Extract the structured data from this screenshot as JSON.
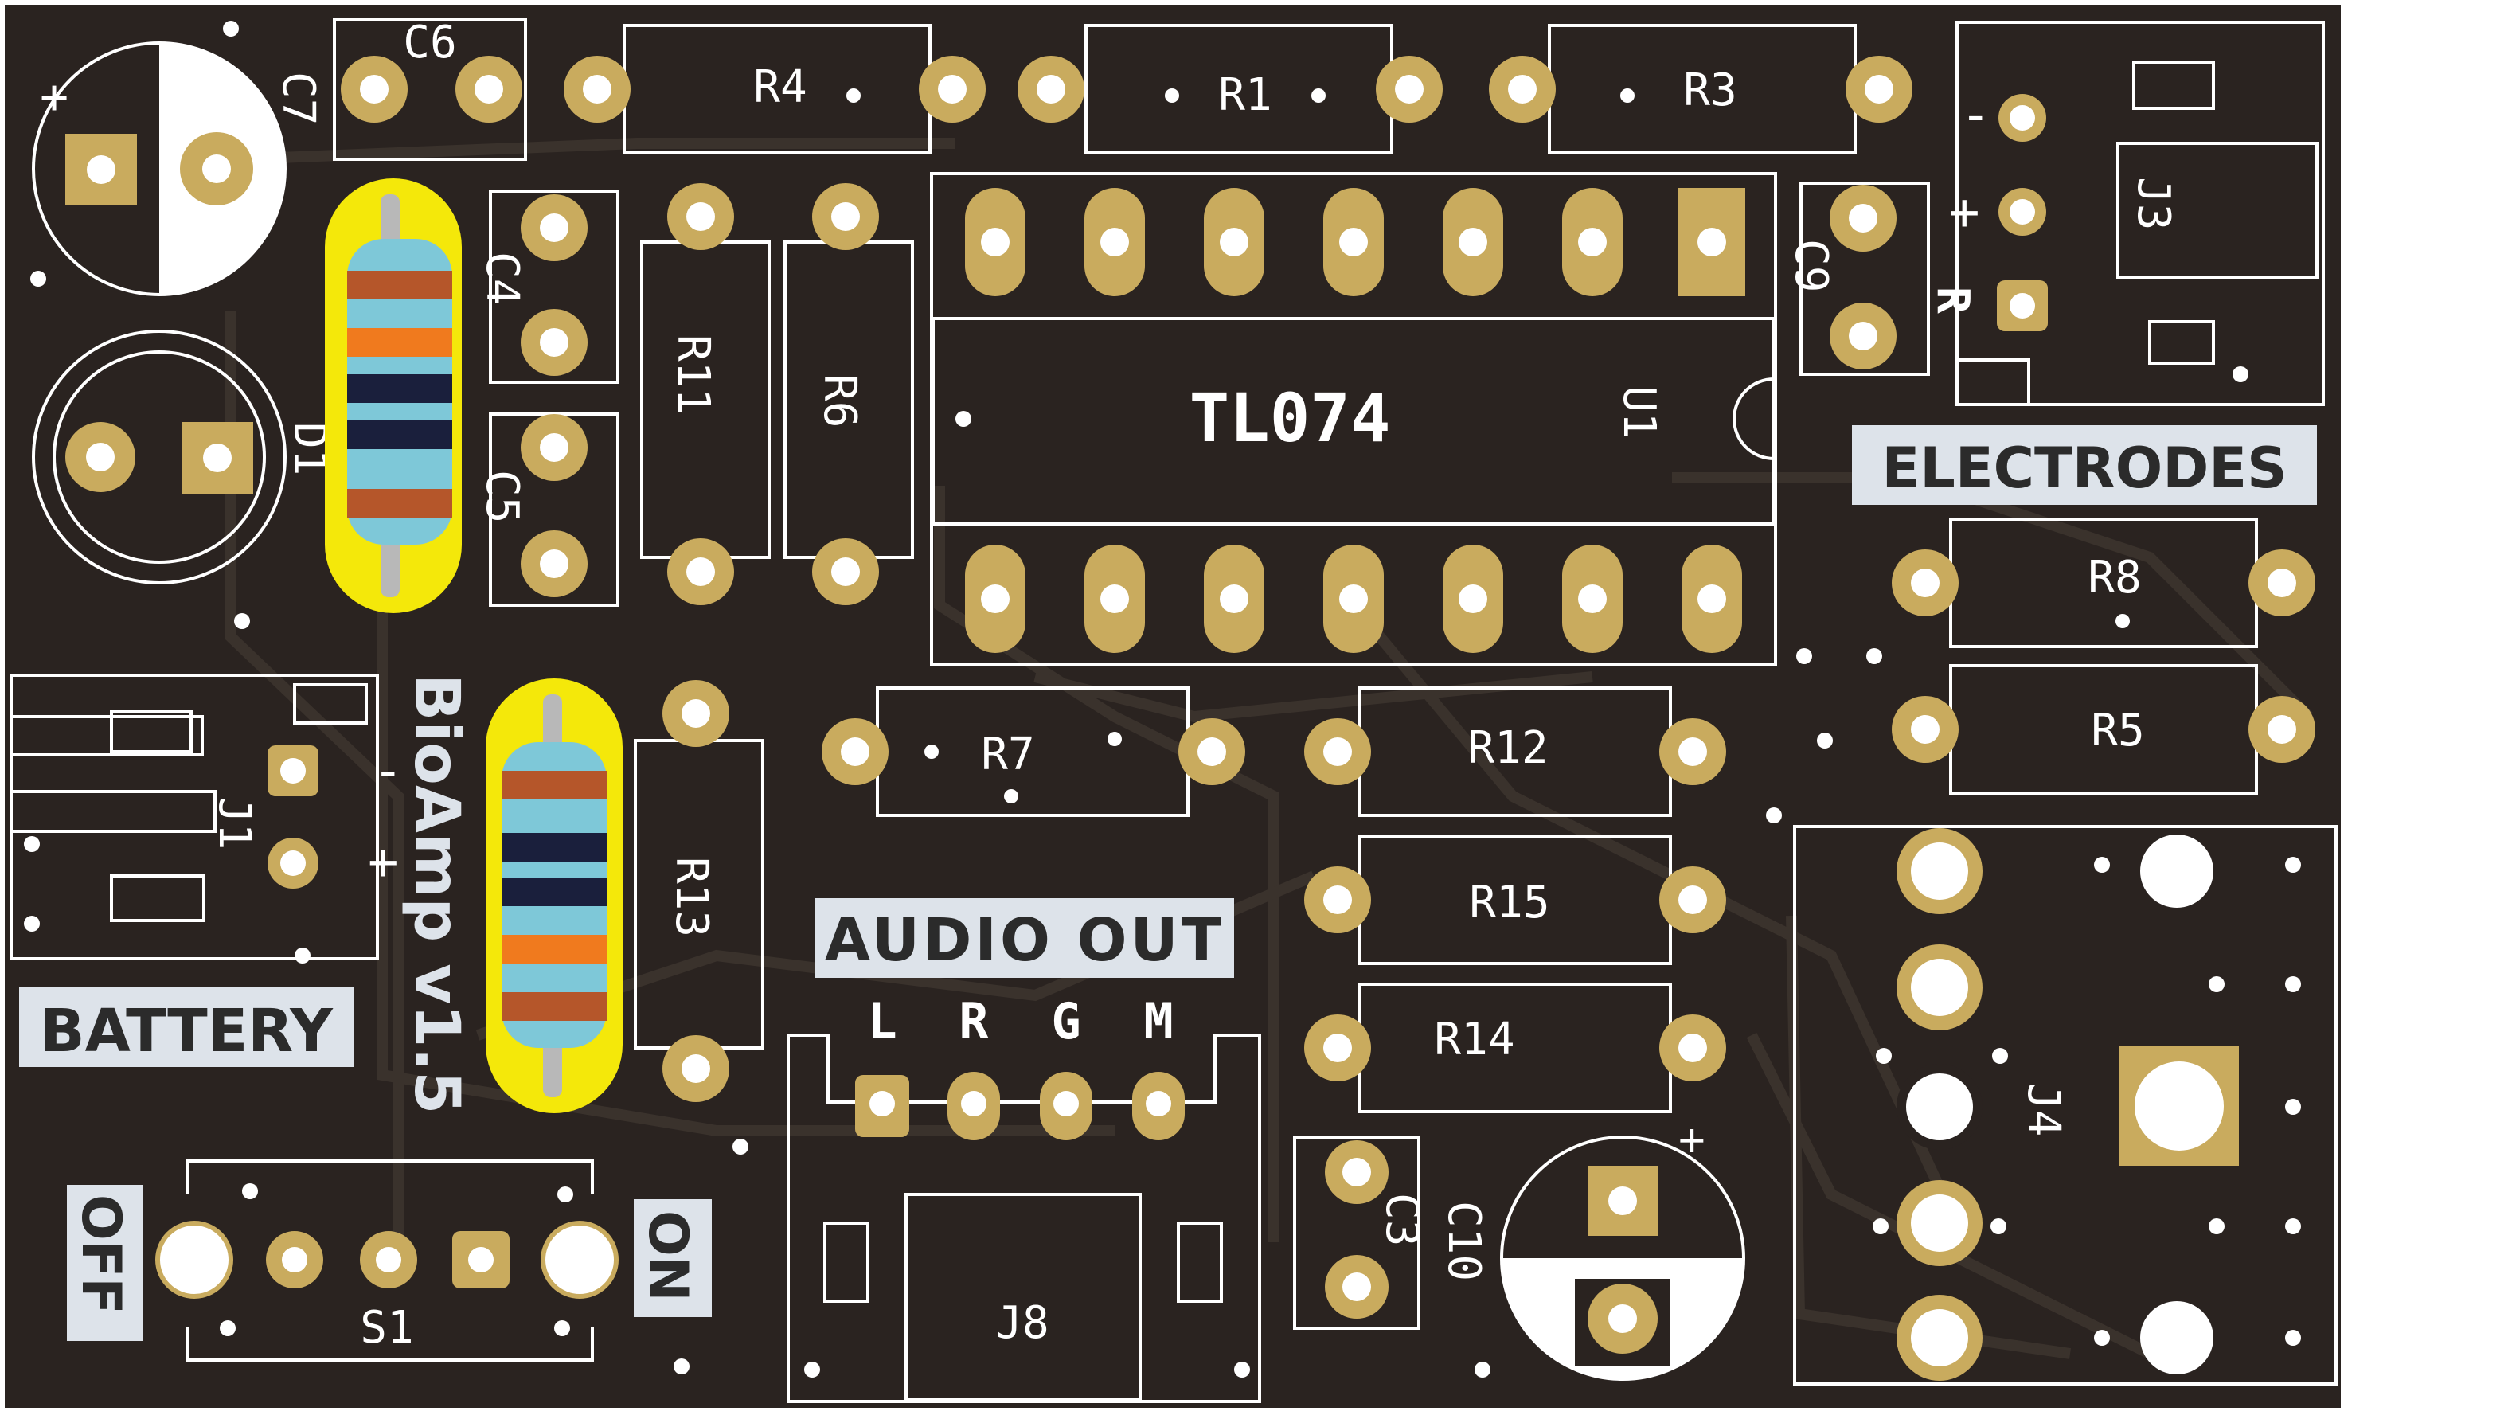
{
  "colors": {
    "board": "#2a2320",
    "trace": "#3a322c",
    "silk": "#ffffff",
    "pad": "#c9ab5e",
    "pad_hole": "#ffffff",
    "highlight": "#f4e80a",
    "resistor_body": "#7ec8d8"
  },
  "labels": {
    "c6": "C6",
    "c7": "C7",
    "r4": "R4",
    "r1": "R1",
    "r3": "R3",
    "c4": "C4",
    "c5": "C5",
    "d1": "D1",
    "r11": "R11",
    "r6": "R6",
    "ic": "TL074",
    "u1": "U1",
    "c9": "C9",
    "j3": "J3",
    "electrodes": "ELECTRODES",
    "r8": "R8",
    "r5": "R5",
    "j1": "J1",
    "battery": "BATTERY",
    "bioamp": "BioAmp v1.5",
    "r13": "R13",
    "r7": "R7",
    "r12": "R12",
    "r15": "R15",
    "r14": "R14",
    "audio_out": "AUDIO OUT",
    "audio_l": "L",
    "audio_r": "R",
    "audio_g": "G",
    "audio_m": "M",
    "j8": "J8",
    "c3": "C3",
    "c10": "C10",
    "j4": "J4",
    "off": "OFF",
    "on": "ON",
    "s1": "S1",
    "minus": "-",
    "plus": "+",
    "j3_r": "R",
    "c10_plus": "+"
  }
}
